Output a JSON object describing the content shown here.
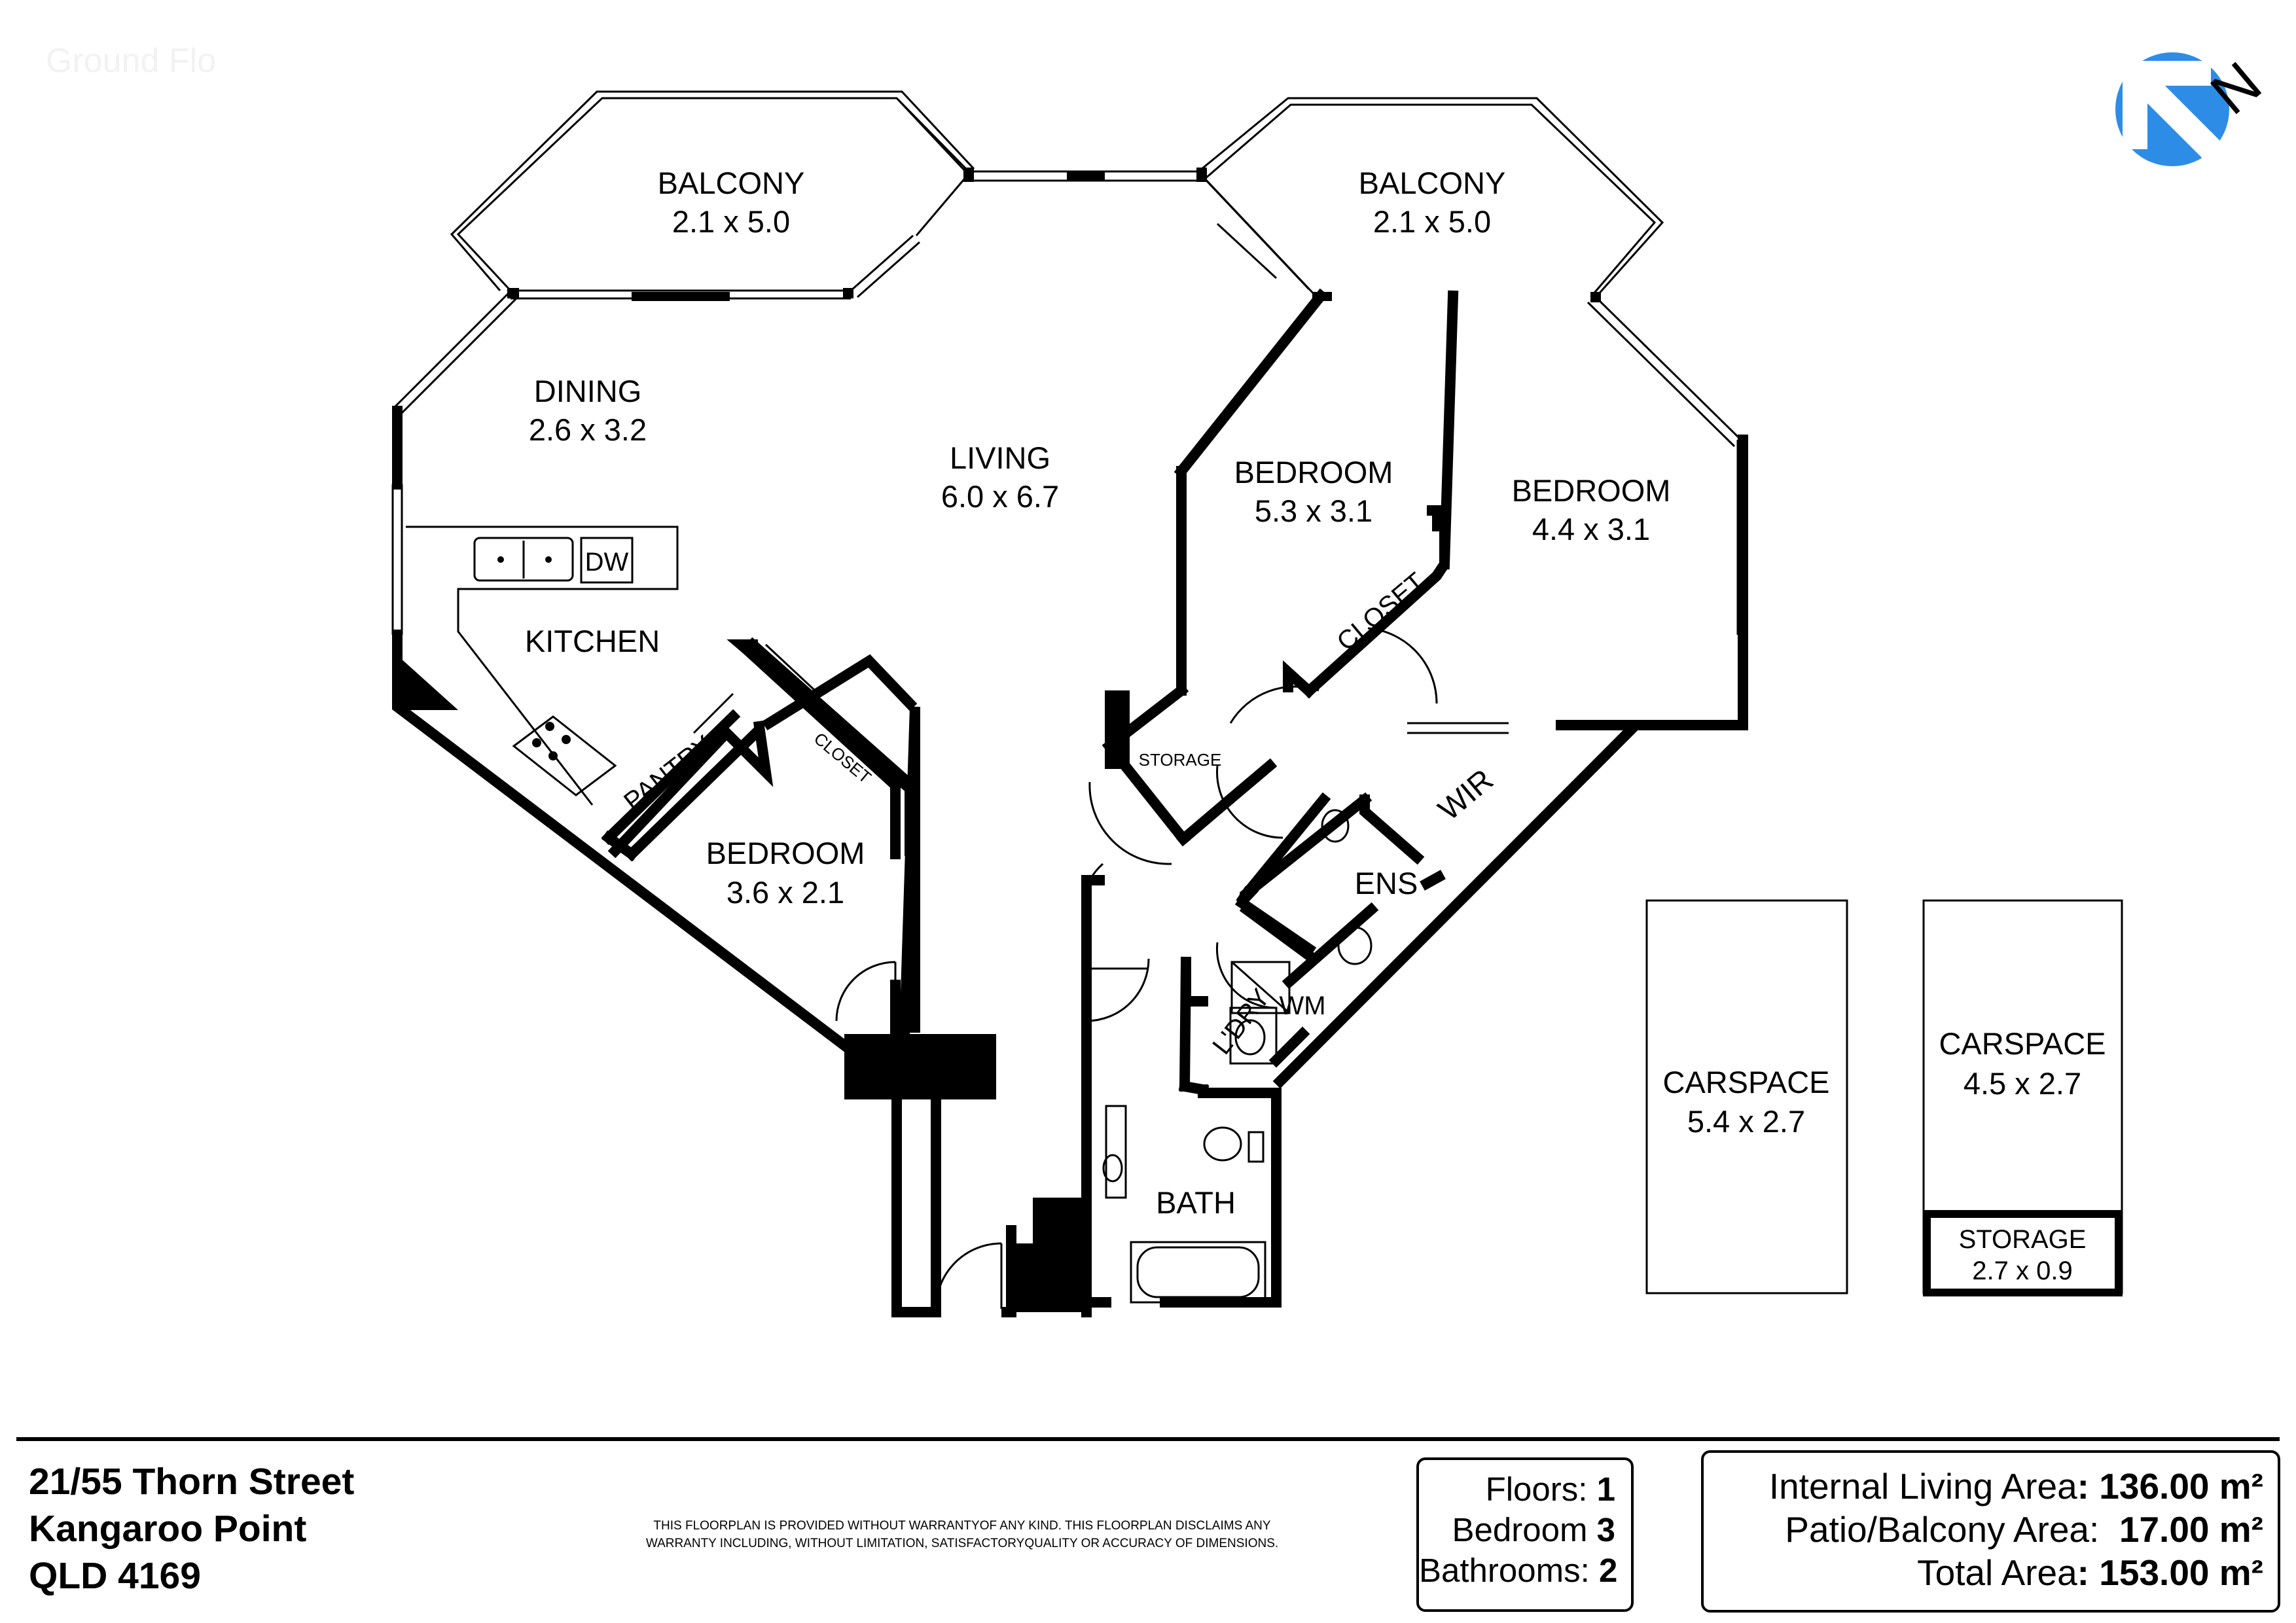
{
  "floor_label": "Ground Flo",
  "rooms": {
    "balcony_left": {
      "name": "BALCONY",
      "dims": "2.1 x 5.0"
    },
    "balcony_right": {
      "name": "BALCONY",
      "dims": "2.1 x 5.0"
    },
    "dining": {
      "name": "DINING",
      "dims": "2.6 x 3.2"
    },
    "living": {
      "name": "LIVING",
      "dims": "6.0 x 6.7"
    },
    "bedroom_mid": {
      "name": "BEDROOM",
      "dims": "5.3 x 3.1"
    },
    "bedroom_right": {
      "name": "BEDROOM",
      "dims": "4.4 x 3.1"
    },
    "kitchen": {
      "name": "KITCHEN"
    },
    "dw": {
      "name": "DW"
    },
    "pantry": {
      "name": "PANTRY"
    },
    "closet_left": {
      "name": "CLOSET"
    },
    "closet_right": {
      "name": "CLOSET"
    },
    "bedroom_small": {
      "name": "BEDROOM",
      "dims": "3.6 x 2.1"
    },
    "storage": {
      "name": "STORAGE"
    },
    "wir": {
      "name": "WIR"
    },
    "ens": {
      "name": "ENS"
    },
    "laundry": {
      "name": "L'DRY"
    },
    "wm": {
      "name": "WM"
    },
    "bath": {
      "name": "BATH"
    },
    "carspace1": {
      "name": "CARSPACE",
      "dims": "5.4 x 2.7"
    },
    "carspace2": {
      "name": "CARSPACE",
      "dims": "4.5 x 2.7"
    },
    "carstorage": {
      "name": "STORAGE",
      "dims": "2.7 x 0.9"
    }
  },
  "compass": {
    "letter": "N",
    "color": "#2d8de6"
  },
  "address": {
    "line1": "21/55 Thorn Street",
    "line2": "Kangaroo Point",
    "line3": "QLD 4169"
  },
  "disclaimer": {
    "line1": "THIS FLOORPLAN IS PROVIDED WITHOUT WARRANTYOF ANY KIND. THIS FLOORPLAN DISCLAIMS ANY",
    "line2": "WARRANTY INCLUDING, WITHOUT  LIMITATION, SATISFACTORYQUALITY OR ACCURACY OF DIMENSIONS."
  },
  "stats": {
    "floors_label": "Floors: ",
    "floors_value": "1",
    "bedroom_label": "Bedroom ",
    "bedroom_value": "3",
    "bathrooms_label": "Bathrooms: ",
    "bathrooms_value": "2"
  },
  "areas": {
    "internal_label": "Internal Living Area",
    "internal_value": ": 136.00 m²",
    "patio_label": "Patio/Balcony Area:",
    "patio_value": "  17.00 m²",
    "total_label": "Total Area",
    "total_value": ": 153.00 m²"
  }
}
